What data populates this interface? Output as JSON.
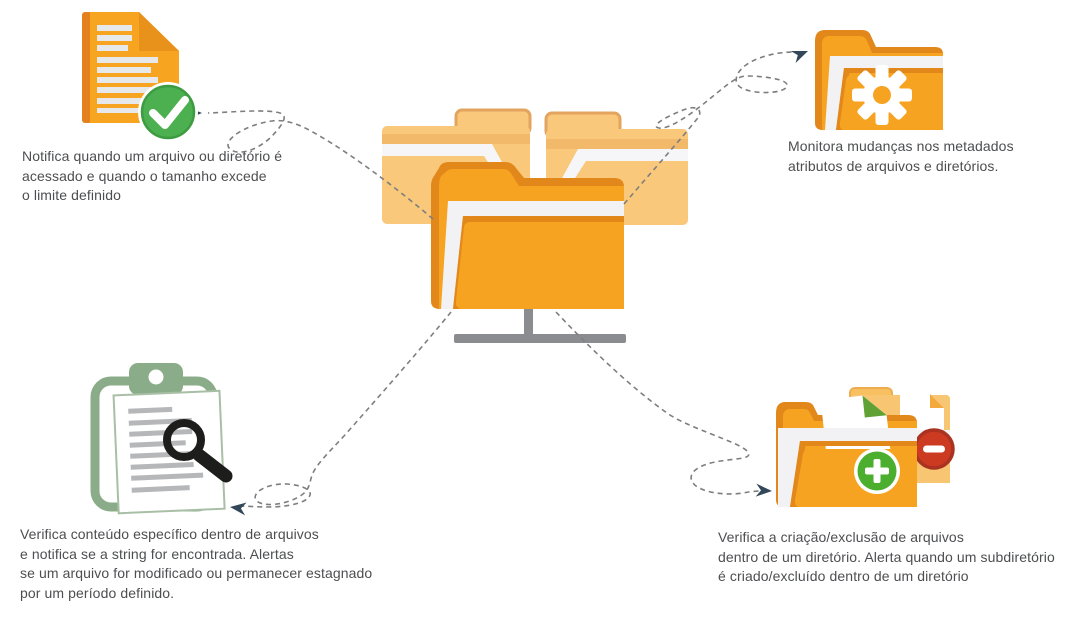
{
  "diagram": {
    "subject": "file-and-directory-monitoring-features",
    "center_icon": "network-shared-folders",
    "features": [
      {
        "position": "top-left",
        "icon": "document-check",
        "text": "Notifica quando um arquivo ou diretório é\nacessado e quando o tamanho excede\no limite definido"
      },
      {
        "position": "top-right",
        "icon": "folder-gear",
        "text": "Monitora mudanças nos metadados\natributos de arquivos e diretórios."
      },
      {
        "position": "bottom-left",
        "icon": "clipboard-magnifier",
        "text": "Verifica conteúdo específico dentro de arquivos\ne notifica se a string for encontrada. Alertas\nse um arquivo for modificado ou permanecer estagnado\npor um período definido."
      },
      {
        "position": "bottom-right",
        "icon": "folder-create-delete",
        "text": "Verifica a criação/exclusão de arquivos\ndentro de um diretório. Alerta quando um subdiretório\né criado/excluído dentro de um diretório"
      }
    ],
    "colors": {
      "orange": "#F7A322",
      "orange_dark": "#E2881B",
      "orange_light": "#F9C87B",
      "green_badge": "#4CAF50",
      "green_plus": "#4CAE2E",
      "sage_green": "#8BAC89",
      "red_minus": "#CD3A22",
      "text_gray": "#4D4E50",
      "dash_gray": "#7E7E7E",
      "arrow_navy": "#33475A",
      "stand_gray": "#8A8C8F"
    }
  }
}
